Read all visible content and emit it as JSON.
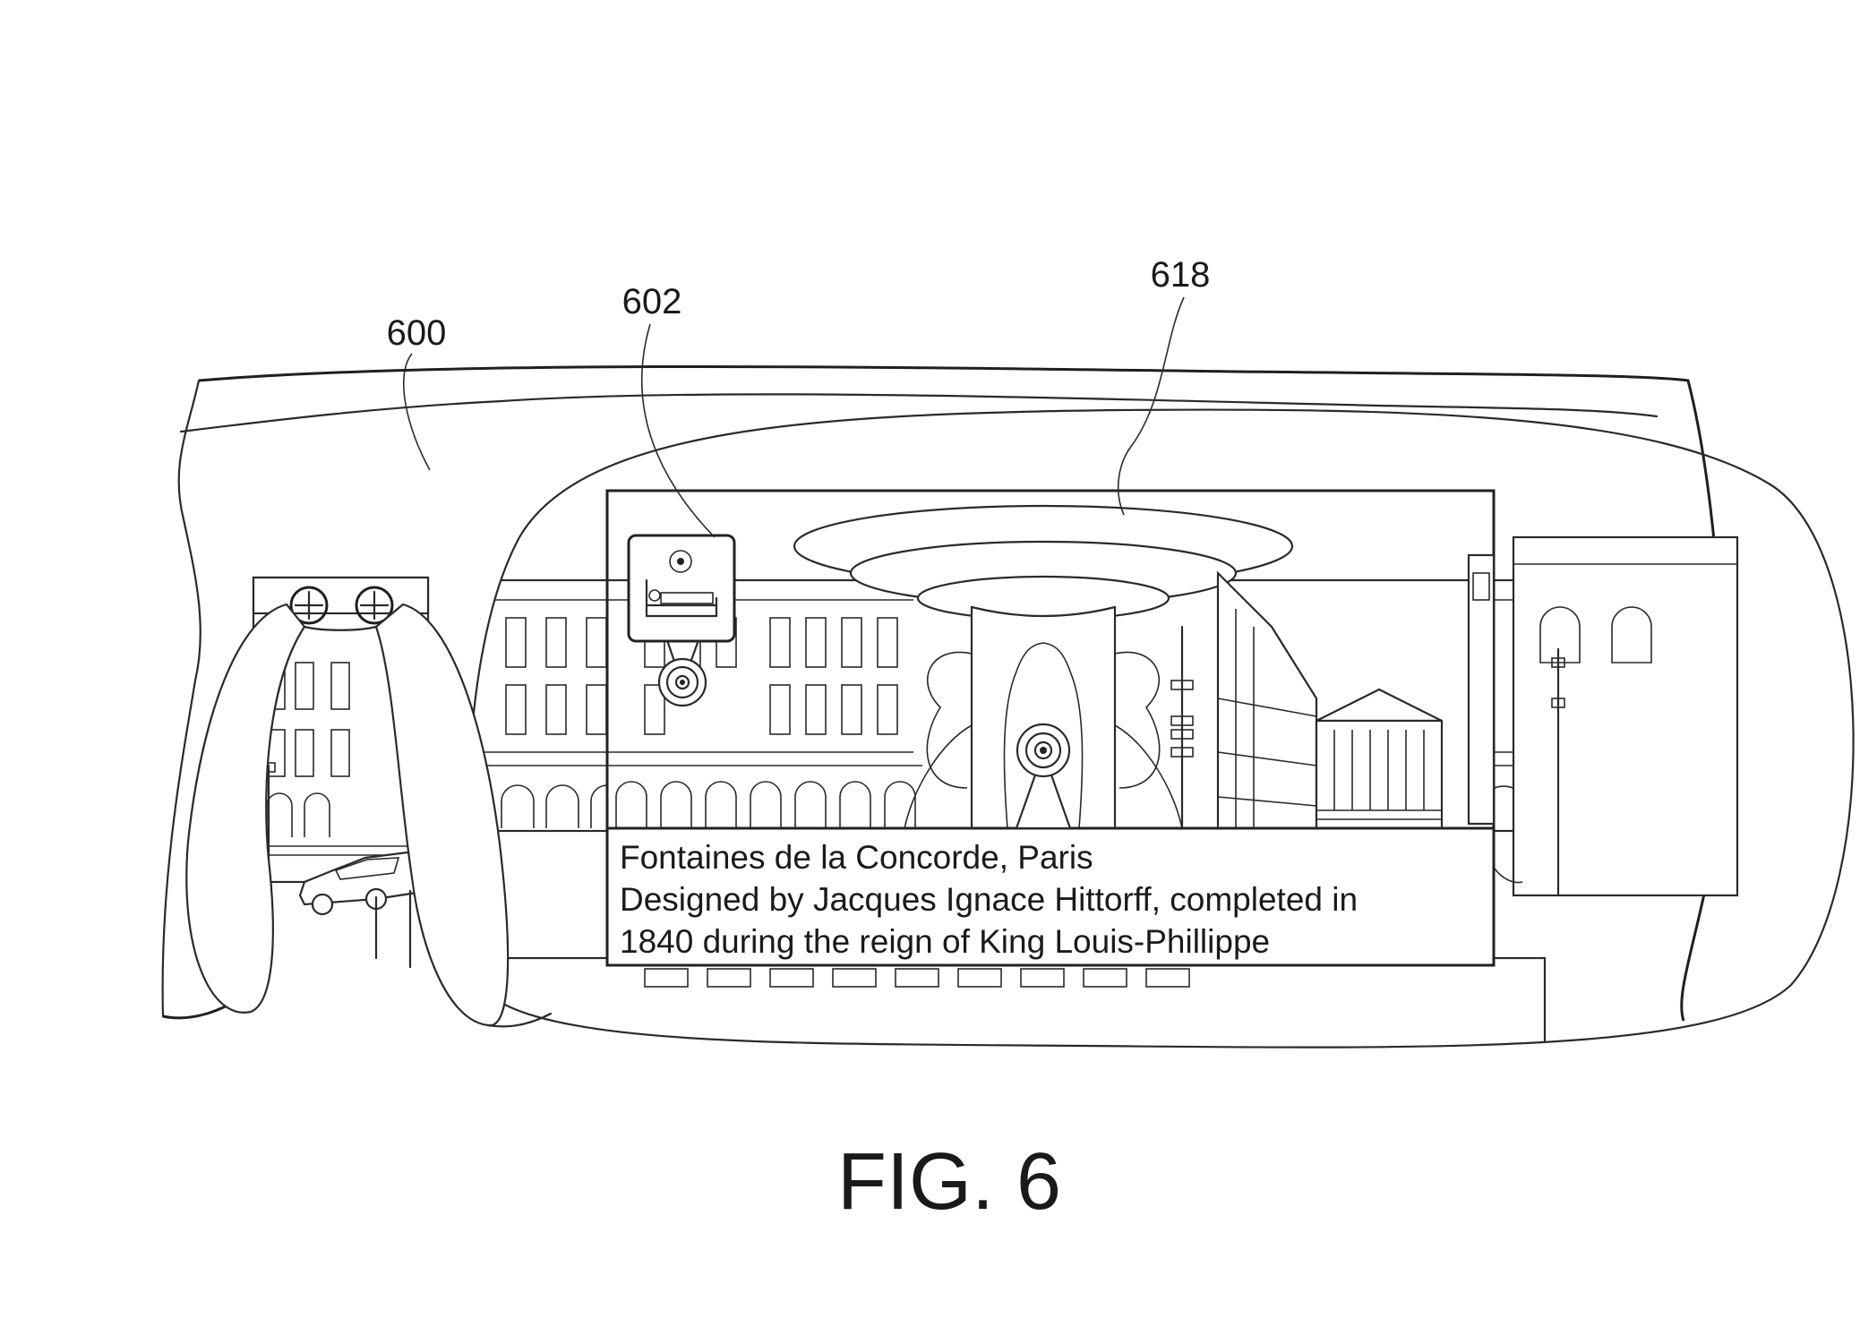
{
  "figure": {
    "label": "FIG. 6",
    "ref_numerals": {
      "device": "600",
      "marker_icon": "602",
      "info_overlay": "618"
    },
    "overlay": {
      "title": "Fontaines de la Concorde, Paris",
      "line1": "Designed by Jacques Ignace Hittorff, completed in",
      "line2": "1840 during the reign of King Louis-Phillippe"
    },
    "icons": {
      "headset_buttons": [
        "plus-circle-icon",
        "plus-circle-icon"
      ],
      "marker": "hotel-bed-icon",
      "target": "target-icon"
    }
  }
}
